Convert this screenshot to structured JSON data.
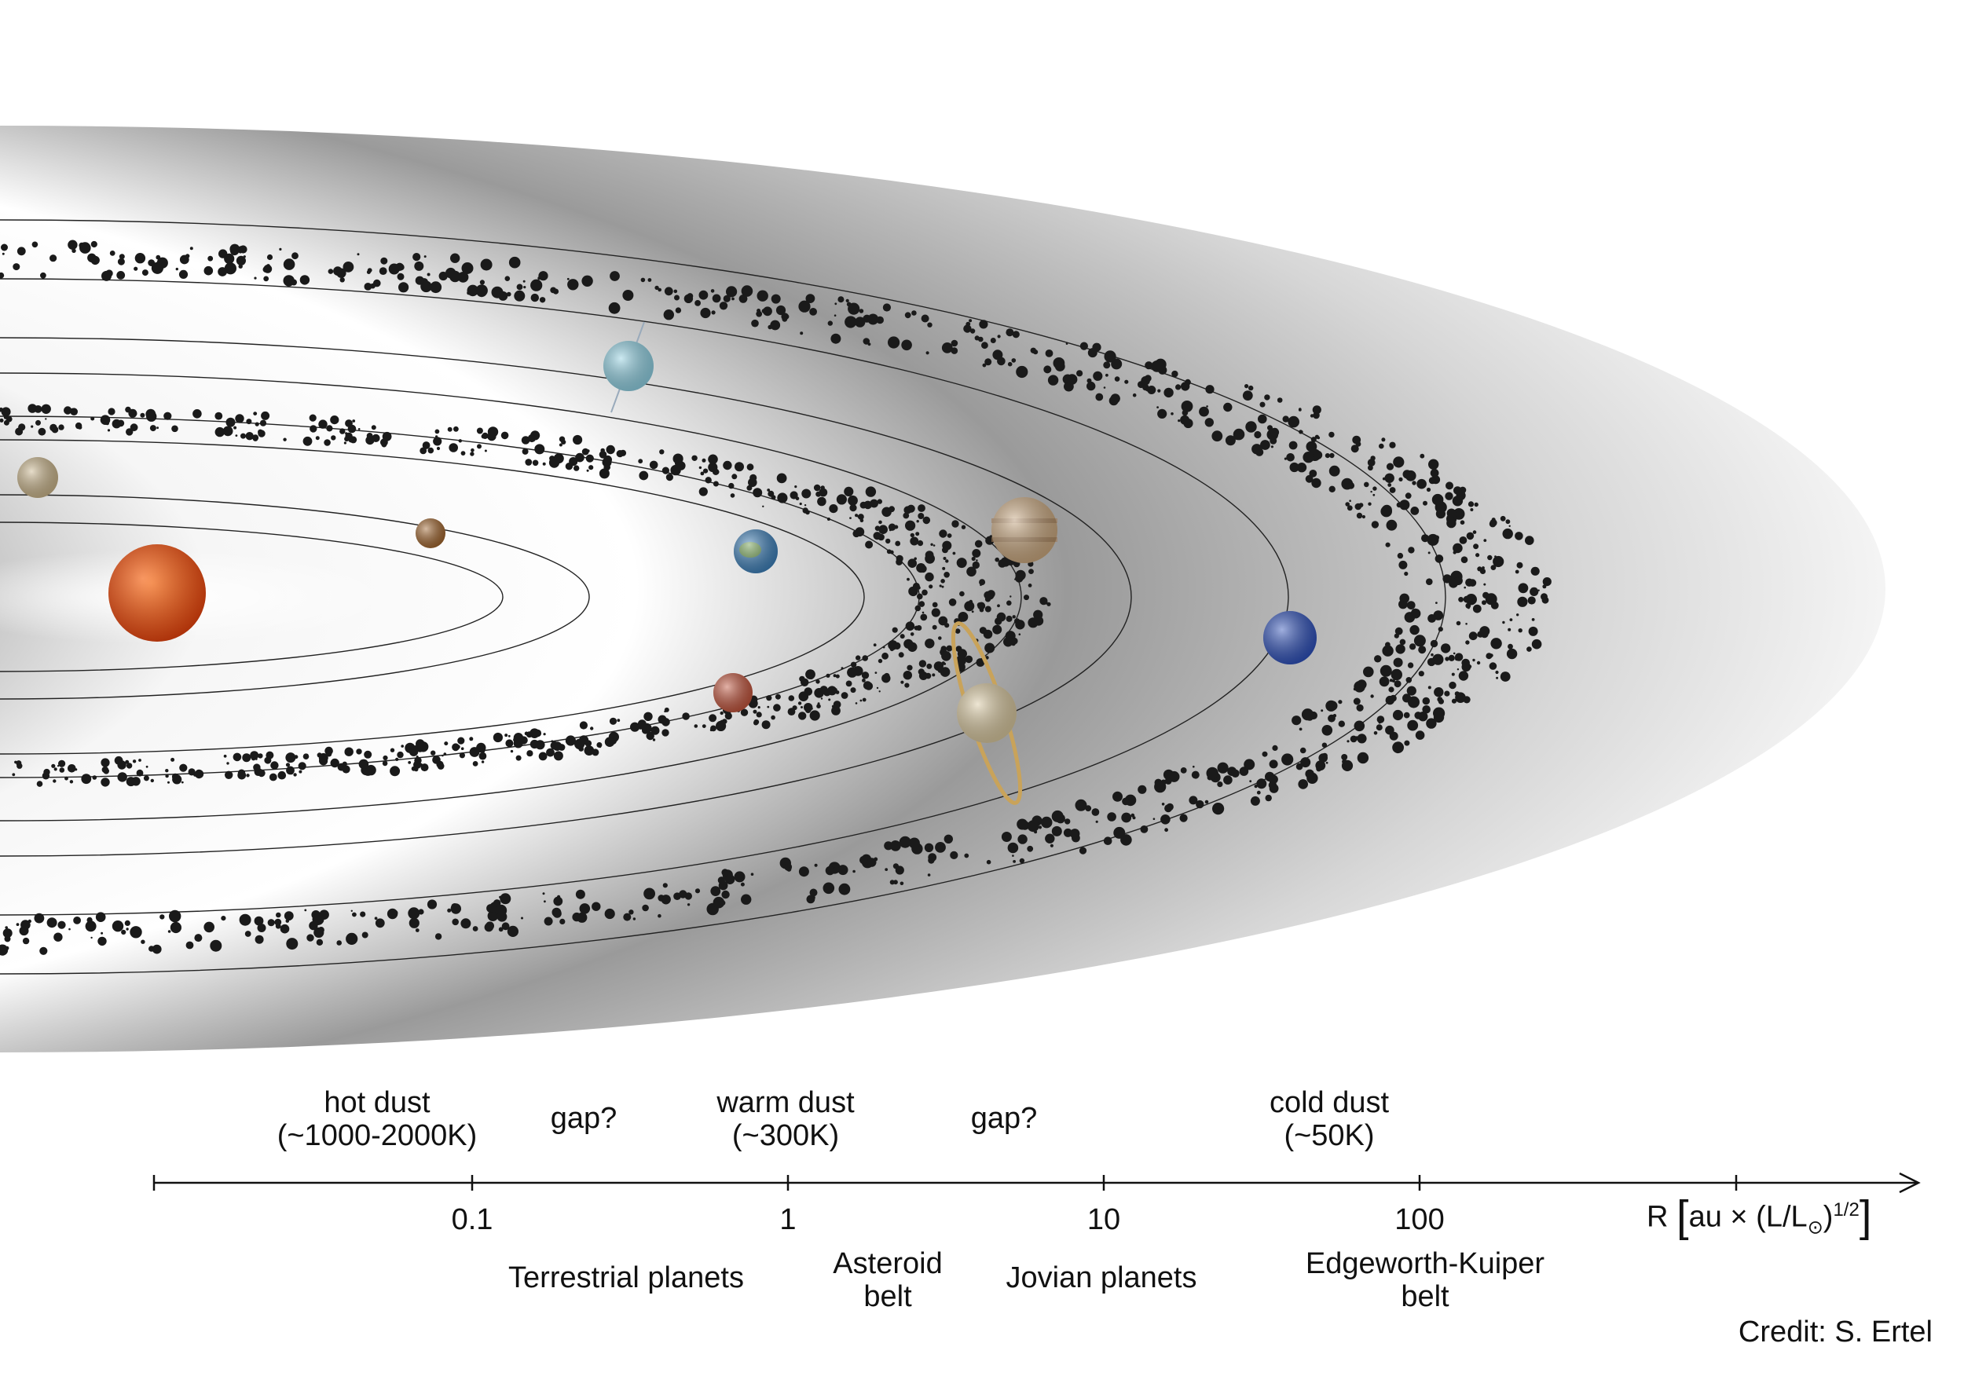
{
  "dust_labels": [
    {
      "id": "hot",
      "line1": "hot dust",
      "line2": "(~1000-2000K)"
    },
    {
      "id": "gap1",
      "line1": "gap?",
      "line2": ""
    },
    {
      "id": "warm",
      "line1": "warm dust",
      "line2": "(~300K)"
    },
    {
      "id": "gap2",
      "line1": "gap?",
      "line2": ""
    },
    {
      "id": "cold",
      "line1": "cold dust",
      "line2": "(~50K)"
    }
  ],
  "axis": {
    "scale": "log",
    "ticks": [
      "0.1",
      "1",
      "10",
      "100"
    ],
    "label_prefix": "R",
    "label_unit": "au",
    "label_times": "×",
    "label_L": "L",
    "label_Lsun": "L",
    "label_sun_symbol": "⊙",
    "label_exponent": "1/2"
  },
  "region_labels": [
    {
      "id": "terrestrial",
      "line1": "Terrestrial planets",
      "line2": ""
    },
    {
      "id": "asteroid",
      "line1": "Asteroid",
      "line2": "belt"
    },
    {
      "id": "jovian",
      "line1": "Jovian planets",
      "line2": ""
    },
    {
      "id": "kuiper",
      "line1": "Edgeworth-Kuiper",
      "line2": "belt"
    }
  ],
  "credit": "Credit:  S. Ertel",
  "colors": {
    "sun": "#e8541a",
    "mercury": "#a0652e",
    "venus": "#c9b48a",
    "earth": "#3d7fb8",
    "mars": "#c0533b",
    "jupiter": "#c9a77e",
    "saturn": "#d8c79e",
    "uranus": "#8fd0e2",
    "neptune": "#2d4fb8",
    "dust": "#1a1a1a",
    "orbit": "#222222"
  }
}
